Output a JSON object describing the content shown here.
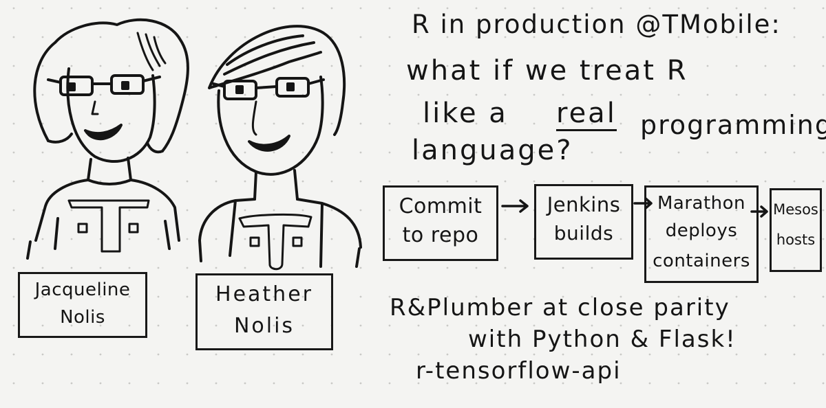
{
  "people": [
    {
      "first": "Jacqueline",
      "last": "Nolis"
    },
    {
      "first": "Heather",
      "last": "Nolis"
    }
  ],
  "title": {
    "line1": "R in production @TMobile:",
    "line2": "what if we treat R",
    "line3_pre": "like a",
    "line3_emph": "real",
    "line3_post": "programming",
    "line4": "language?"
  },
  "flow": [
    {
      "l1": "Commit",
      "l2": "to repo"
    },
    {
      "l1": "Jenkins",
      "l2": "builds"
    },
    {
      "l1": "Marathon",
      "l2": "deploys",
      "l3": "containers"
    },
    {
      "l1": "Mesos",
      "l2": "hosts"
    }
  ],
  "notes": {
    "line1": "R&Plumber at close parity",
    "line2": "with Python & Flask!",
    "line3": "r-tensorflow-api"
  },
  "colors": {
    "ink": "#151515",
    "paper": "#f4f4f2",
    "dot": "#c9c9c6"
  }
}
